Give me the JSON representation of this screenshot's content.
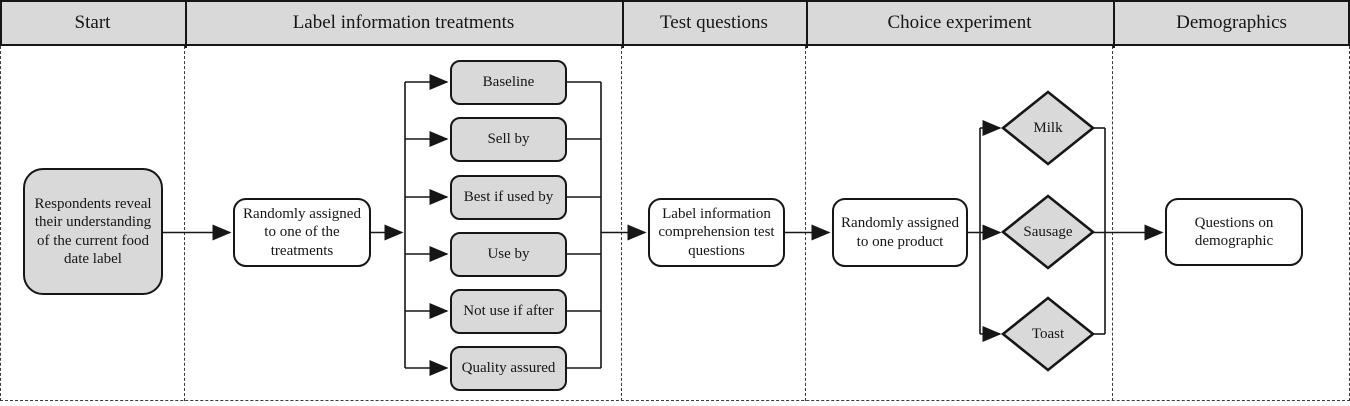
{
  "lanes": [
    {
      "title": "Start"
    },
    {
      "title": "Label information treatments"
    },
    {
      "title": "Test questions"
    },
    {
      "title": "Choice experiment"
    },
    {
      "title": "Demographics"
    }
  ],
  "nodes": {
    "start": "Respondents reveal their understanding of the current food date label",
    "assign_treatment": "Randomly assigned to one of the treatments",
    "treatments": [
      "Baseline",
      "Sell by",
      "Best if used by",
      "Use by",
      "Not use if after",
      "Quality assured"
    ],
    "test": "Label information comprehension test questions",
    "assign_product": "Randomly assigned to one product",
    "products": [
      "Milk",
      "Sausage",
      "Toast"
    ],
    "demographics": "Questions on demographic"
  },
  "colors": {
    "header_fill": "#d9d9d9",
    "node_fill_gray": "#d9d9d9",
    "node_fill_white": "#ffffff",
    "line": "#161616"
  }
}
